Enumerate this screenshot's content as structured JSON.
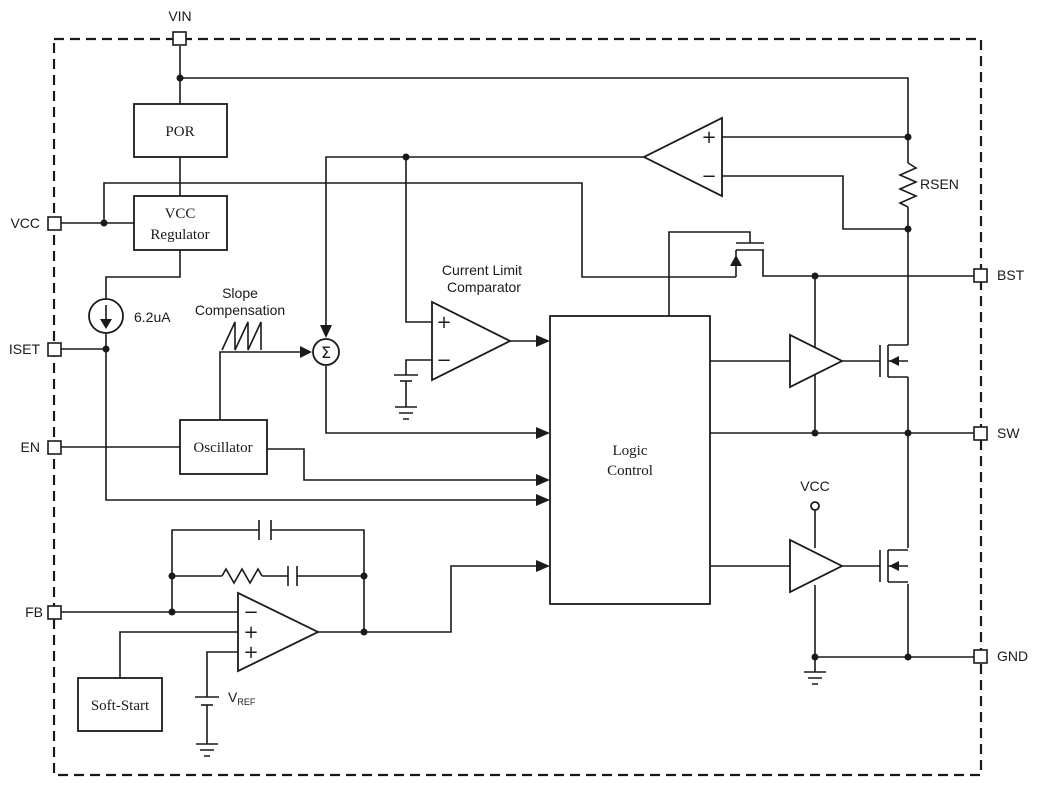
{
  "pins": {
    "vin": "VIN",
    "vcc": "VCC",
    "iset": "ISET",
    "en": "EN",
    "fb": "FB",
    "bst": "BST",
    "sw": "SW",
    "gnd": "GND"
  },
  "blocks": {
    "por": "POR",
    "vcc_regulator_line1": "VCC",
    "vcc_regulator_line2": "Regulator",
    "oscillator": "Oscillator",
    "logic_line1": "Logic",
    "logic_line2": "Control",
    "soft_start": "Soft-Start"
  },
  "labels": {
    "rsen": "RSEN",
    "current_source": "6.2uA",
    "slope_line1": "Slope",
    "slope_line2": "Compensation",
    "current_limit_line1": "Current Limit",
    "current_limit_line2": "Comparator",
    "vcc_supply": "VCC",
    "vref_main": "V",
    "vref_sub": "REF"
  },
  "symbols": {
    "plus": "+",
    "minus": "−",
    "sigma": "Σ"
  }
}
